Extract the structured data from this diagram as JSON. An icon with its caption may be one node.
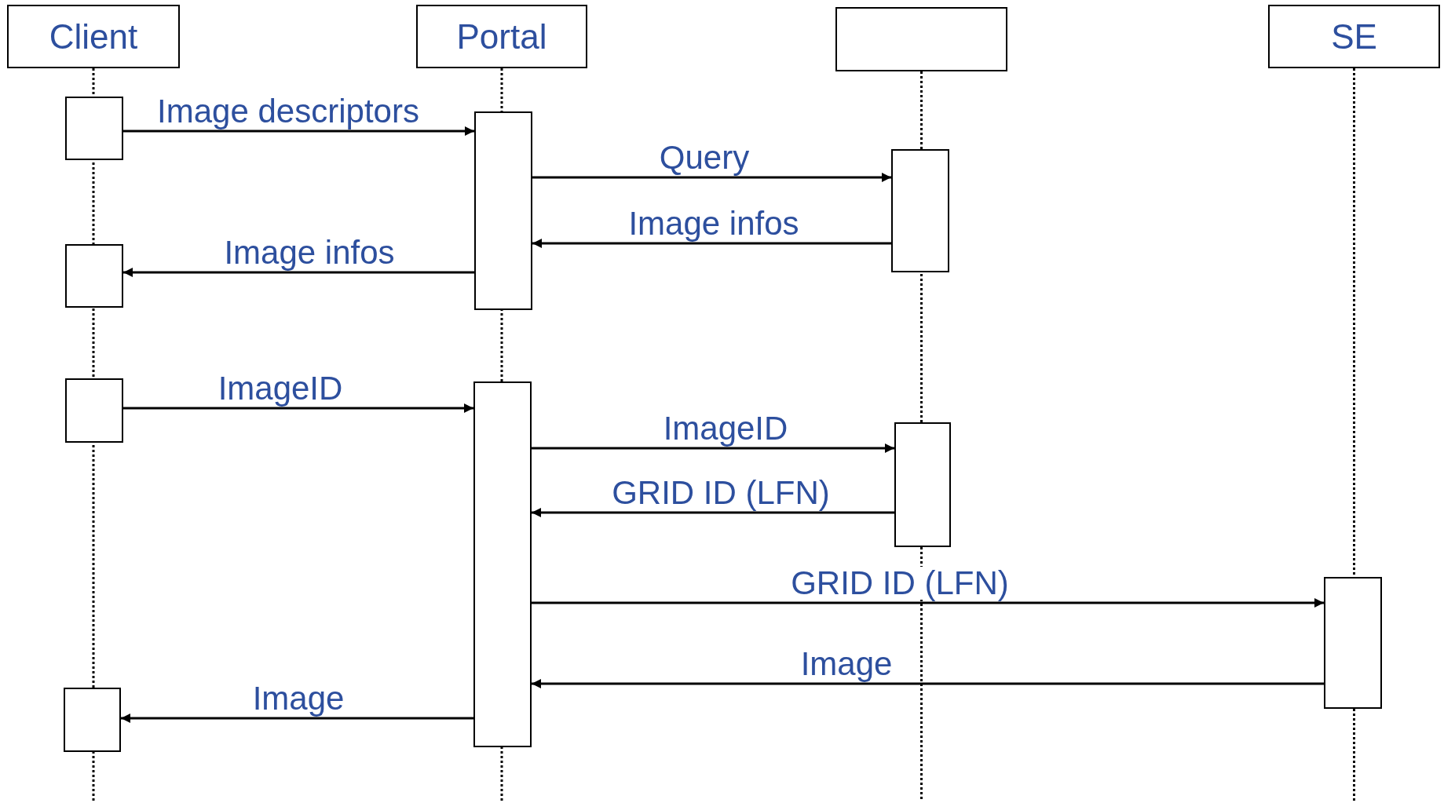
{
  "diagram": {
    "nodes": [
      {
        "text": [
          "Client"
        ]
      },
      {
        "text": [
          "Portal"
        ]
      },
      {
        "text": [],
        "shape": "box"
      },
      {
        "text": [
          "SE"
        ]
      },
      {
        "text": [],
        "shape": "box"
      },
      {
        "text": [],
        "shape": "box"
      },
      {
        "text": [],
        "shape": "box"
      },
      {
        "text": [],
        "shape": "box"
      },
      {
        "text": [],
        "shape": "box"
      },
      {
        "text": [],
        "shape": "box"
      },
      {
        "text": [],
        "shape": "box"
      },
      {
        "text": [],
        "shape": "box"
      },
      {
        "text": [],
        "shape": "box"
      }
    ],
    "edges": [
      {
        "from": 4,
        "to": 5,
        "arrow": "to",
        "label": "Image descriptors"
      },
      {
        "from": 5,
        "to": 6,
        "arrow": "to",
        "label": "Query"
      },
      {
        "from": 6,
        "to": 5,
        "arrow": "to",
        "label": "Image infos"
      },
      {
        "from": 5,
        "to": 7,
        "arrow": "to",
        "label": "Image infos"
      },
      {
        "from": 8,
        "to": 9,
        "arrow": "to",
        "label": "ImageID"
      },
      {
        "from": 9,
        "to": 10,
        "arrow": "to",
        "label": "ImageID"
      },
      {
        "from": 10,
        "to": 9,
        "arrow": "to",
        "label": "GRID ID (LFN)"
      },
      {
        "from": 9,
        "to": 11,
        "arrow": "to",
        "label": "GRID ID  (LFN)"
      },
      {
        "from": 11,
        "to": 9,
        "arrow": "to",
        "label": "Image"
      },
      {
        "from": 9,
        "to": 12,
        "arrow": "to",
        "label": "Image"
      }
    ]
  }
}
